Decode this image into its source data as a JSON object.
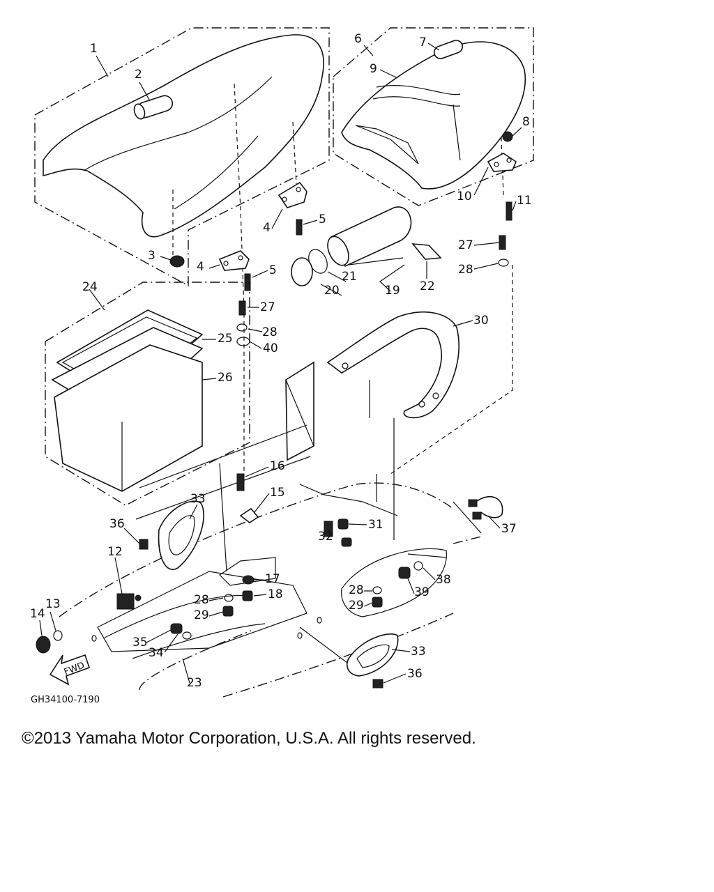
{
  "diagram_id": "GH34100-7190",
  "fwd_label": "FWD",
  "copyright": "©2013 Yamaha Motor Corporation, U.S.A. All rights reserved.",
  "callouts": [
    "1",
    "2",
    "3",
    "4",
    "4",
    "5",
    "5",
    "6",
    "7",
    "8",
    "9",
    "10",
    "11",
    "12",
    "13",
    "14",
    "15",
    "16",
    "17",
    "18",
    "19",
    "20",
    "21",
    "22",
    "23",
    "24",
    "25",
    "26",
    "27",
    "27",
    "28",
    "28",
    "28",
    "28",
    "29",
    "29",
    "30",
    "31",
    "32",
    "33",
    "33",
    "34",
    "35",
    "36",
    "36",
    "37",
    "38",
    "39",
    "40"
  ]
}
